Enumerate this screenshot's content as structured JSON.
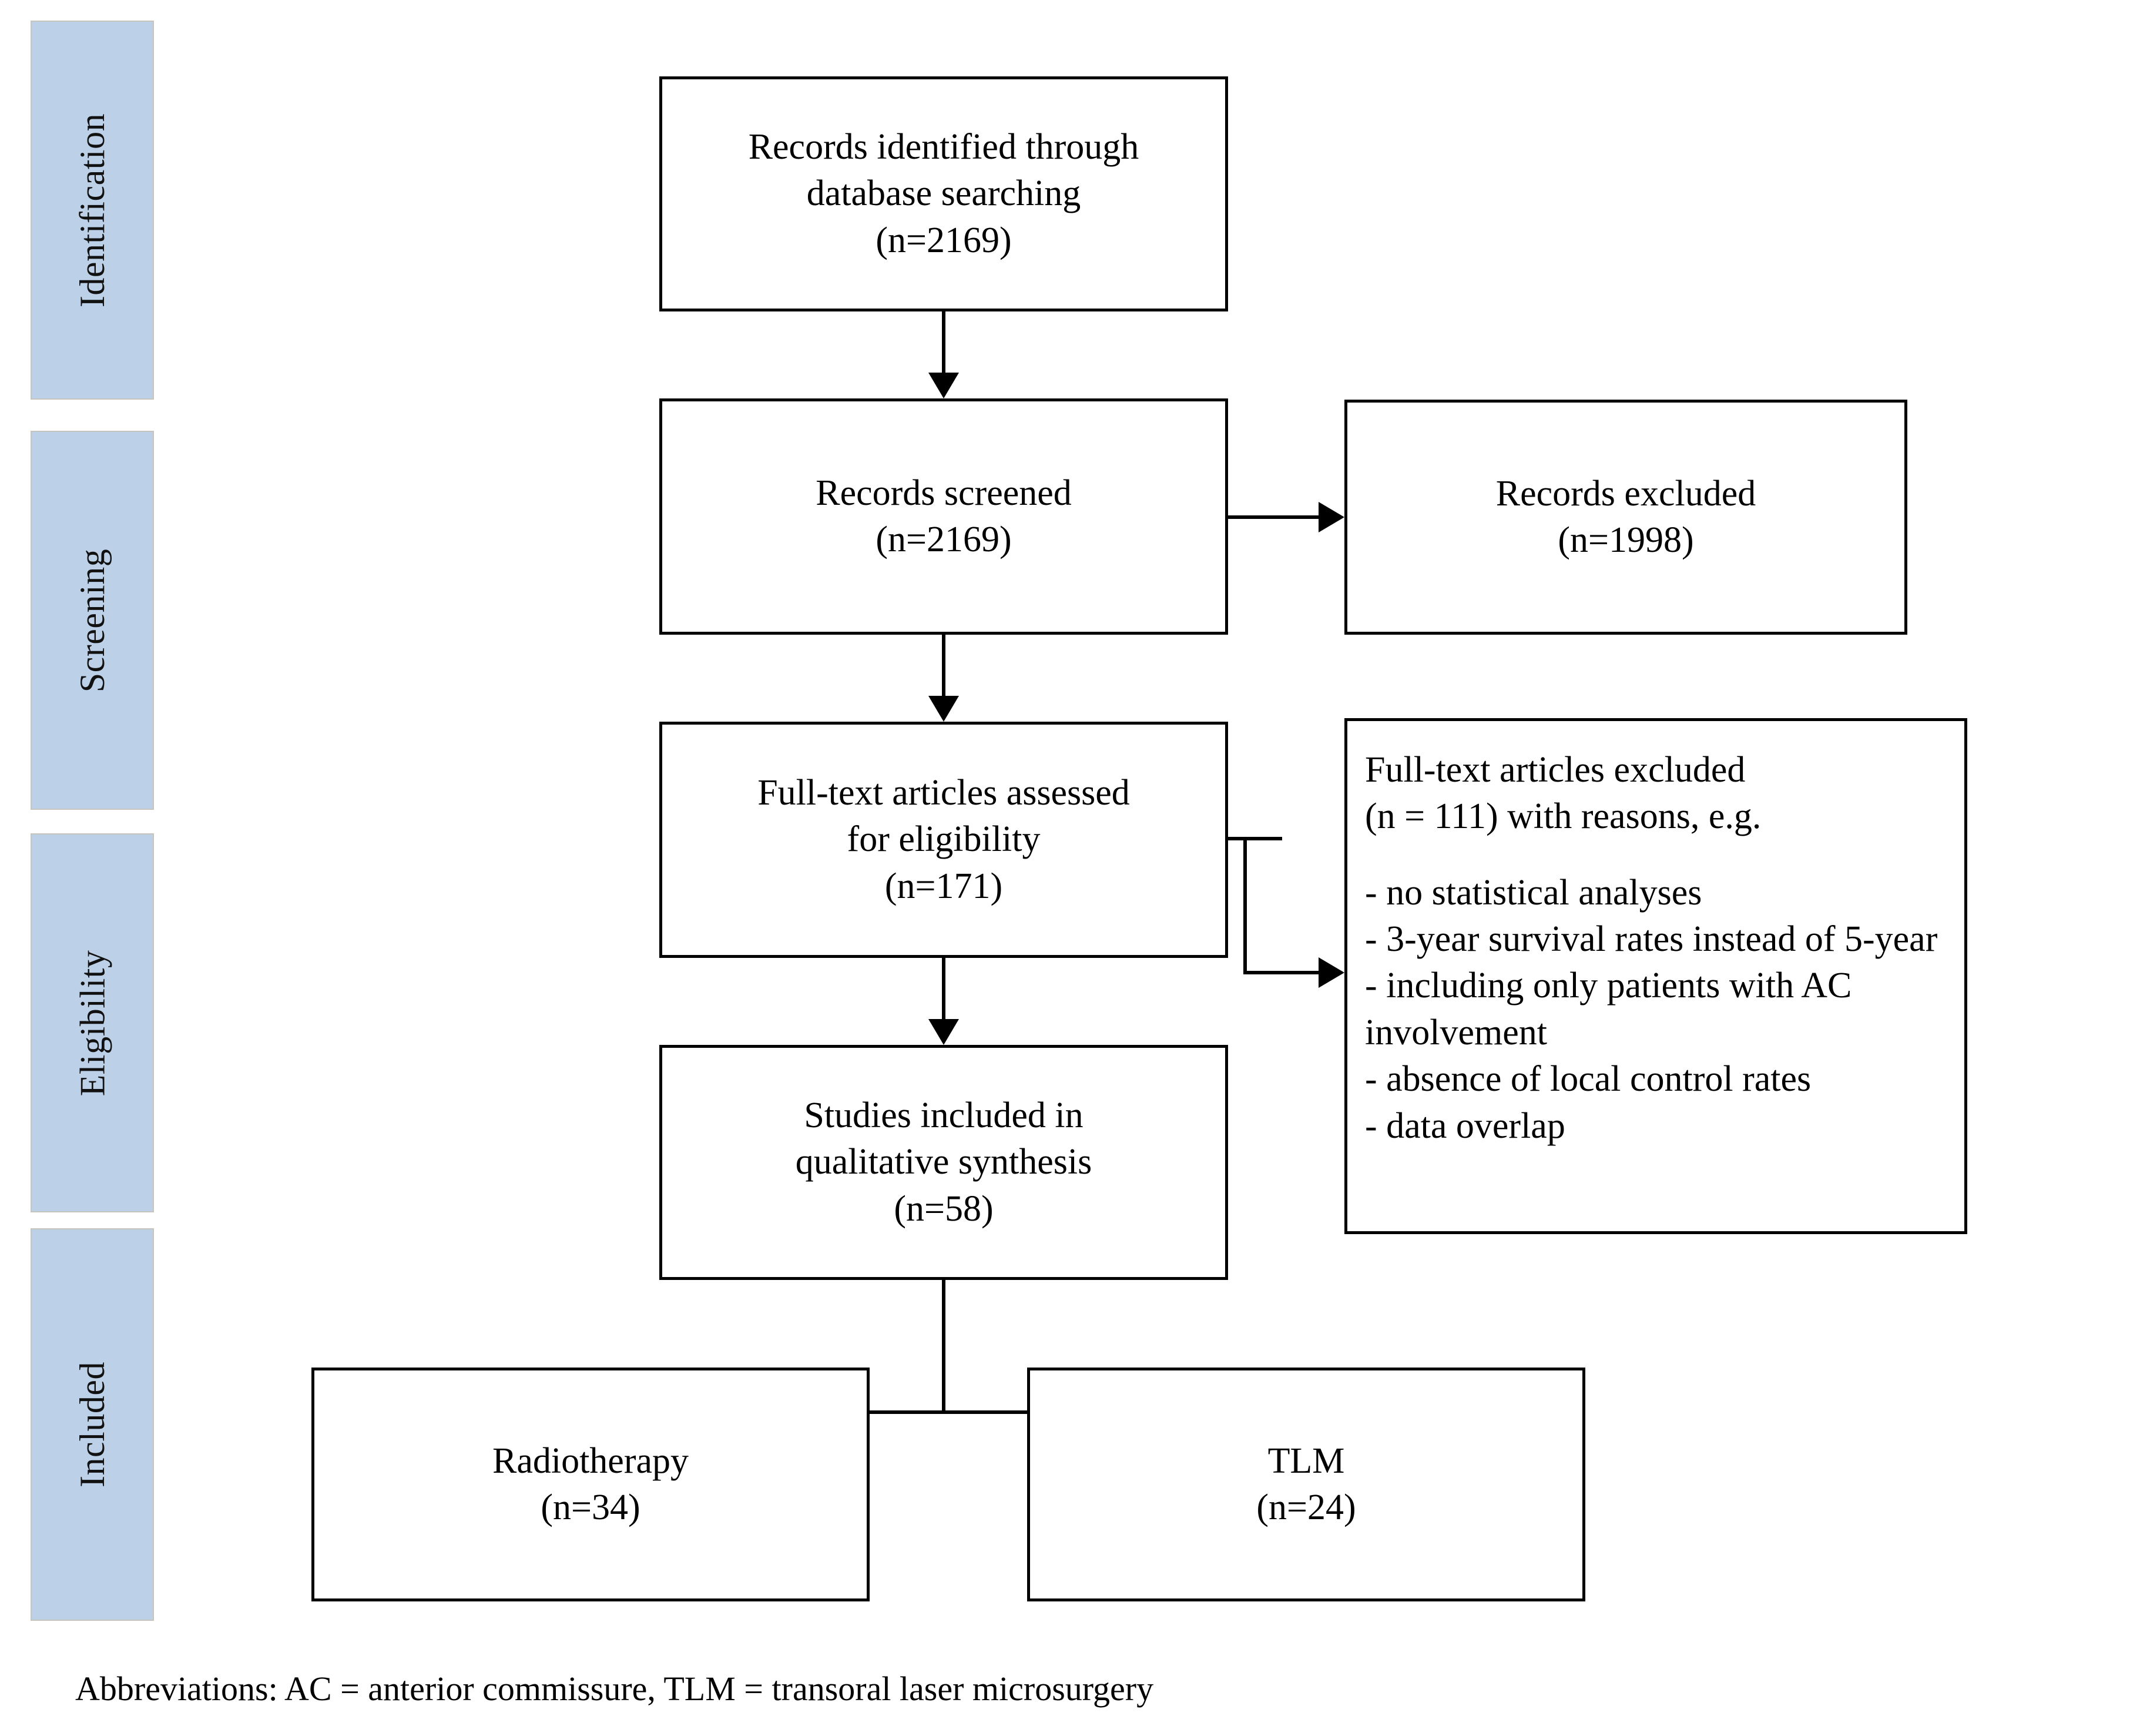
{
  "diagram": {
    "type": "prisma-flow-diagram",
    "stages": [
      {
        "id": "identification",
        "label": "Identification"
      },
      {
        "id": "screening",
        "label": "Screening"
      },
      {
        "id": "eligibility",
        "label": "Eligibility"
      },
      {
        "id": "included",
        "label": "Included"
      }
    ],
    "boxes": {
      "records_identified": {
        "line1": "Records identified through",
        "line2": "database searching",
        "line3": "(n=2169)"
      },
      "records_screened": {
        "line1": "Records screened",
        "line2": "(n=2169)"
      },
      "records_excluded": {
        "line1": "Records excluded",
        "line2": "(n=1998)"
      },
      "fulltext_assessed": {
        "line1": "Full-text articles assessed",
        "line2": "for eligibility",
        "line3": "(n=171)"
      },
      "fulltext_excluded": {
        "line1": "Full-text articles excluded",
        "line2": "(n = 111) with reasons, e.g.",
        "reason1": "- no statistical analyses",
        "reason2": "- 3-year survival rates instead of 5-year",
        "reason3": "- including only patients with AC involvement",
        "reason4": "- absence of local control rates",
        "reason5": "- data overlap"
      },
      "studies_included": {
        "line1": "Studies included in",
        "line2": "qualitative synthesis",
        "line3": "(n=58)"
      },
      "radiotherapy": {
        "line1": "Radiotherapy",
        "line2": "(n=34)"
      },
      "tlm": {
        "line1": "TLM",
        "line2": "(n=24)"
      }
    },
    "footnote": "Abbreviations: AC = anterior commissure, TLM = transoral laser microsurgery",
    "colors": {
      "stage_bar_fill": "#bcd0e8",
      "stage_bar_border": "#c7c3bd",
      "box_border": "#000000",
      "box_fill": "#ffffff",
      "text": "#000000",
      "background": "#ffffff"
    }
  }
}
